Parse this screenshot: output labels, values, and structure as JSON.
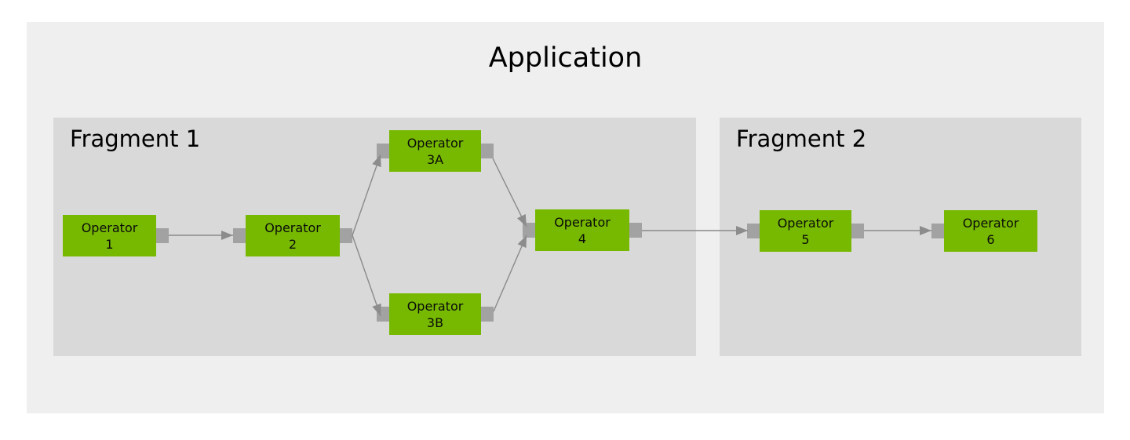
{
  "diagram": {
    "title": "Application",
    "fragments": [
      {
        "label": "Fragment 1"
      },
      {
        "label": "Fragment 2"
      }
    ],
    "operators": [
      {
        "id": "operator-1",
        "line1": "Operator",
        "line2": "1",
        "fragment": "Fragment 1",
        "has_input_port": false,
        "has_output_port": true
      },
      {
        "id": "operator-2",
        "line1": "Operator",
        "line2": "2",
        "fragment": "Fragment 1",
        "has_input_port": true,
        "has_output_port": true
      },
      {
        "id": "operator-3a",
        "line1": "Operator",
        "line2": "3A",
        "fragment": "Fragment 1",
        "has_input_port": true,
        "has_output_port": true
      },
      {
        "id": "operator-3b",
        "line1": "Operator",
        "line2": "3B",
        "fragment": "Fragment 1",
        "has_input_port": true,
        "has_output_port": true
      },
      {
        "id": "operator-4",
        "line1": "Operator",
        "line2": "4",
        "fragment": "Fragment 1",
        "has_input_port": true,
        "has_output_port": true
      },
      {
        "id": "operator-5",
        "line1": "Operator",
        "line2": "5",
        "fragment": "Fragment 2",
        "has_input_port": true,
        "has_output_port": true
      },
      {
        "id": "operator-6",
        "line1": "Operator",
        "line2": "6",
        "fragment": "Fragment 2",
        "has_input_port": true,
        "has_output_port": false
      }
    ],
    "edges": [
      {
        "from": "operator-1",
        "to": "operator-2"
      },
      {
        "from": "operator-2",
        "to": "operator-3a"
      },
      {
        "from": "operator-2",
        "to": "operator-3b"
      },
      {
        "from": "operator-3a",
        "to": "operator-4"
      },
      {
        "from": "operator-3b",
        "to": "operator-4"
      },
      {
        "from": "operator-4",
        "to": "operator-5"
      },
      {
        "from": "operator-5",
        "to": "operator-6"
      }
    ],
    "colors": {
      "operator_green": "#76b900",
      "fragment_gray": "#d9d9d9",
      "application_gray": "#efefef",
      "port_gray": "#a2a2a2",
      "edge_gray": "#8a8a8a",
      "text_black": "#000000",
      "page_white": "#ffffff"
    }
  }
}
